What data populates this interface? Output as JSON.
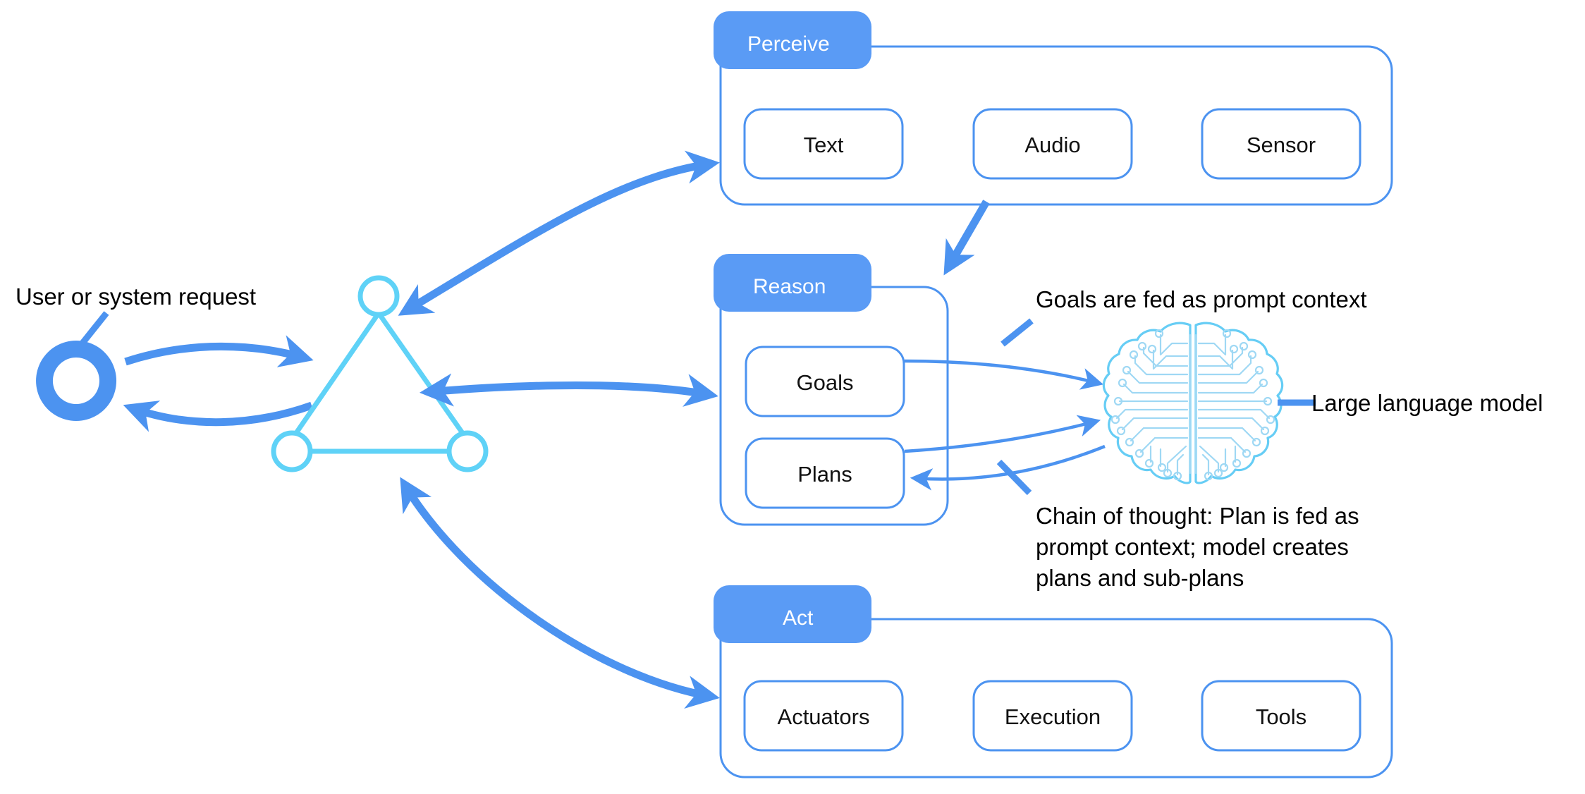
{
  "diagram": {
    "title": "Agent perceive-reason-act loop with large language model",
    "colors": {
      "accent_blue": "#4c93f0",
      "header_blue": "#5a9bf5",
      "triangle_cyan": "#5fd2f7",
      "brain_outline": "#66cdf5",
      "brain_trace": "#9fd8f4",
      "text_black": "#111111",
      "background": "#ffffff"
    },
    "left": {
      "request_label": "User or system request",
      "request_node_name": "donut"
    },
    "agent": {
      "name": "agent-triangle",
      "nodes": 3
    },
    "groups": [
      {
        "id": "perceive",
        "header": "Perceive",
        "items": [
          "Text",
          "Audio",
          "Sensor"
        ]
      },
      {
        "id": "reason",
        "header": "Reason",
        "items": [
          "Goals",
          "Plans"
        ]
      },
      {
        "id": "act",
        "header": "Act",
        "items": [
          "Actuators",
          "Execution",
          "Tools"
        ]
      }
    ],
    "annotations": {
      "goals_context": "Goals are fed as prompt context",
      "llm_label": "Large language model",
      "chain_of_thought": [
        "Chain of thought: Plan is fed as",
        "prompt context; model creates",
        "plans and sub-plans"
      ]
    }
  }
}
